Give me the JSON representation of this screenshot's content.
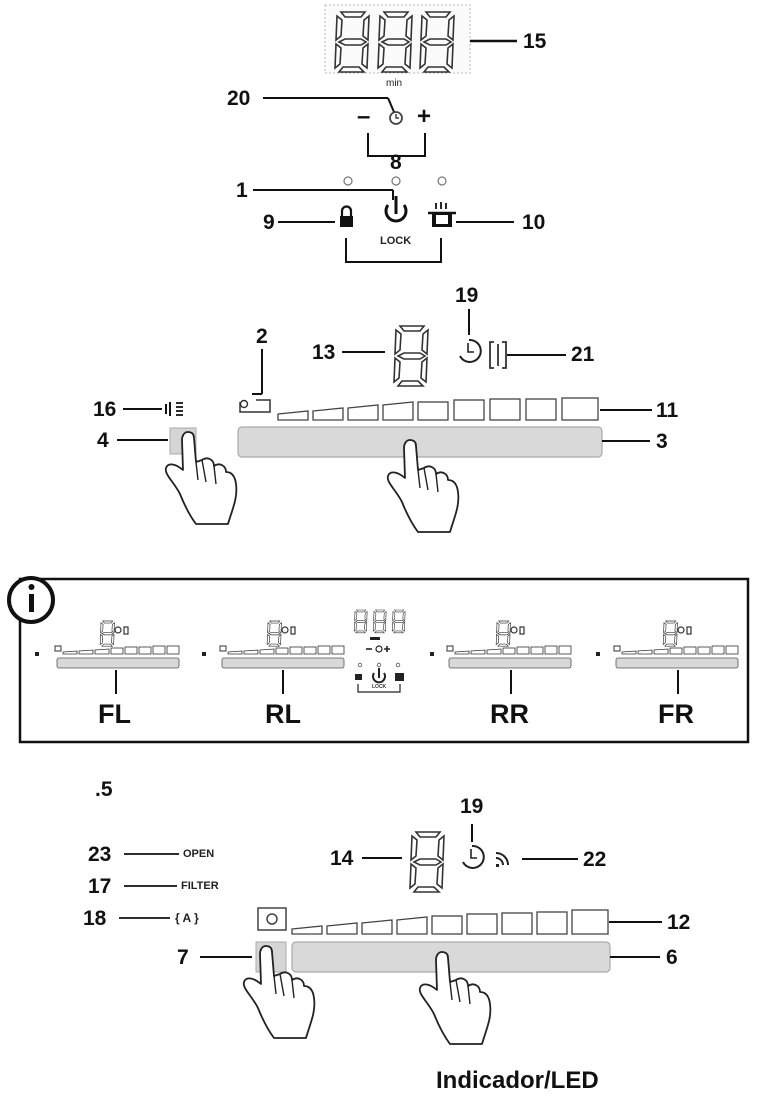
{
  "labels": {
    "n1": "1",
    "n2": "2",
    "n3": "3",
    "n4": "4",
    "n5": ".5",
    "n6": "6",
    "n7": "7",
    "n8": "8",
    "n9": "9",
    "n10": "10",
    "n11": "11",
    "n12": "12",
    "n13": "13",
    "n14": "14",
    "n15": "15",
    "n16": "16",
    "n17": "17",
    "n18": "18",
    "n19a": "19",
    "n19b": "19",
    "n20": "20",
    "n21": "21",
    "n22": "22",
    "n23": "23"
  },
  "panel_texts": {
    "min": "min",
    "minus": "–",
    "plus": "+",
    "lock": "LOCK",
    "open": "OPEN",
    "filter": "FILTER",
    "auto": "{ A }",
    "mini_lock": "LOCK"
  },
  "zones": {
    "fl": "FL",
    "rl": "RL",
    "rr": "RR",
    "fr": "FR"
  },
  "info_icon": "i",
  "caption": "Indicador/LED",
  "icons": [
    "seven-segment-display",
    "timer-icon",
    "power-icon",
    "lock-icon",
    "cooking-pot-icon",
    "sensor-icon",
    "hand-pointer-icon",
    "info-icon",
    "wifi-icon",
    "hood-icon"
  ]
}
